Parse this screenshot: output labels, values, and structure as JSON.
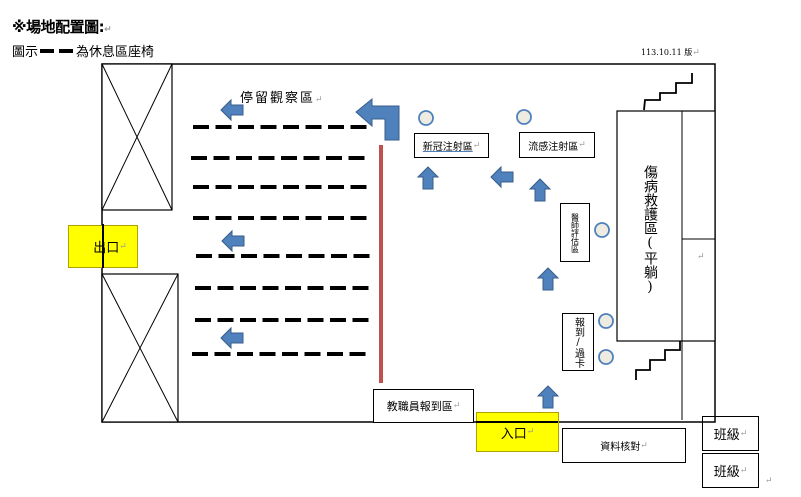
{
  "heading": {
    "prefix": "※",
    "title": "場地配置圖:"
  },
  "legend": {
    "prefix": "圖示",
    "suffix": "為休息區座椅"
  },
  "version": "113.10.11 版",
  "zones": {
    "observation": "停留觀察區",
    "exit": "出口",
    "entrance": "入口",
    "covid_injection": "新冠注射區",
    "flu_injection": "流感注射區",
    "doctor_assessment": "醫師評估區",
    "checkin": "報到/過卡",
    "first_aid": "傷病救護區(平躺)",
    "staff_checkin": "教職員報到區",
    "data_check": "資料核對",
    "class_1": "班級",
    "class_2": "班級"
  },
  "paragraph_mark": "↵",
  "colors": {
    "arrow_fill": "#4f81bd",
    "arrow_stroke": "#385d8a",
    "divider_red": "#c0504d",
    "highlight_yellow": "#ffff00",
    "station_circle_fill": "#eeece1",
    "station_circle_stroke": "#4f81bd"
  },
  "seat_rows": 8
}
